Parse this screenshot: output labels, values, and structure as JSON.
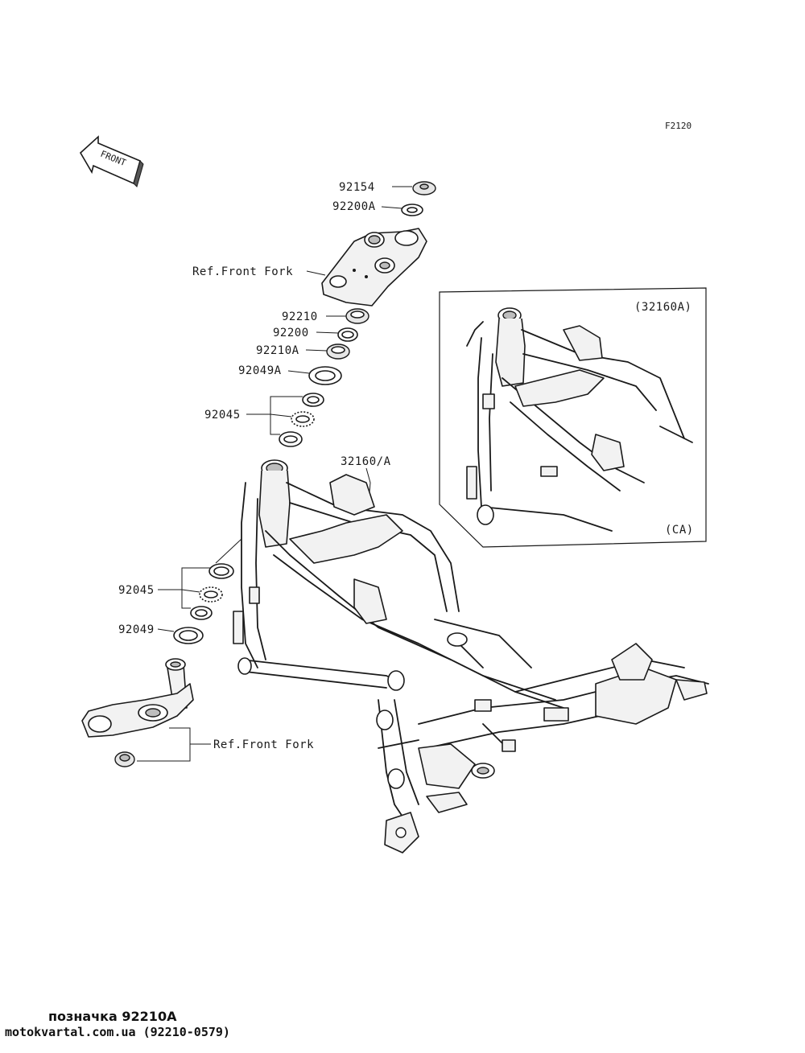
{
  "diagram": {
    "code": "F2120",
    "front_label": "FRONT",
    "labels": {
      "p92154": "92154",
      "p92200A": "92200A",
      "ref_front_fork_top": "Ref.Front Fork",
      "p92210": "92210",
      "p92200": "92200",
      "p92210A": "92210A",
      "p92049A": "92049A",
      "p92045_top": "92045",
      "p32160_A": "32160/A",
      "p92045_bottom": "92045",
      "p92049": "92049",
      "ref_front_fork_bottom": "Ref.Front Fork"
    },
    "inset": {
      "title": "(32160A)",
      "note": "(CA)"
    }
  },
  "footer": {
    "line1": "позначка 92210A",
    "line2": "motokvartal.com.ua (92210-0579)"
  }
}
